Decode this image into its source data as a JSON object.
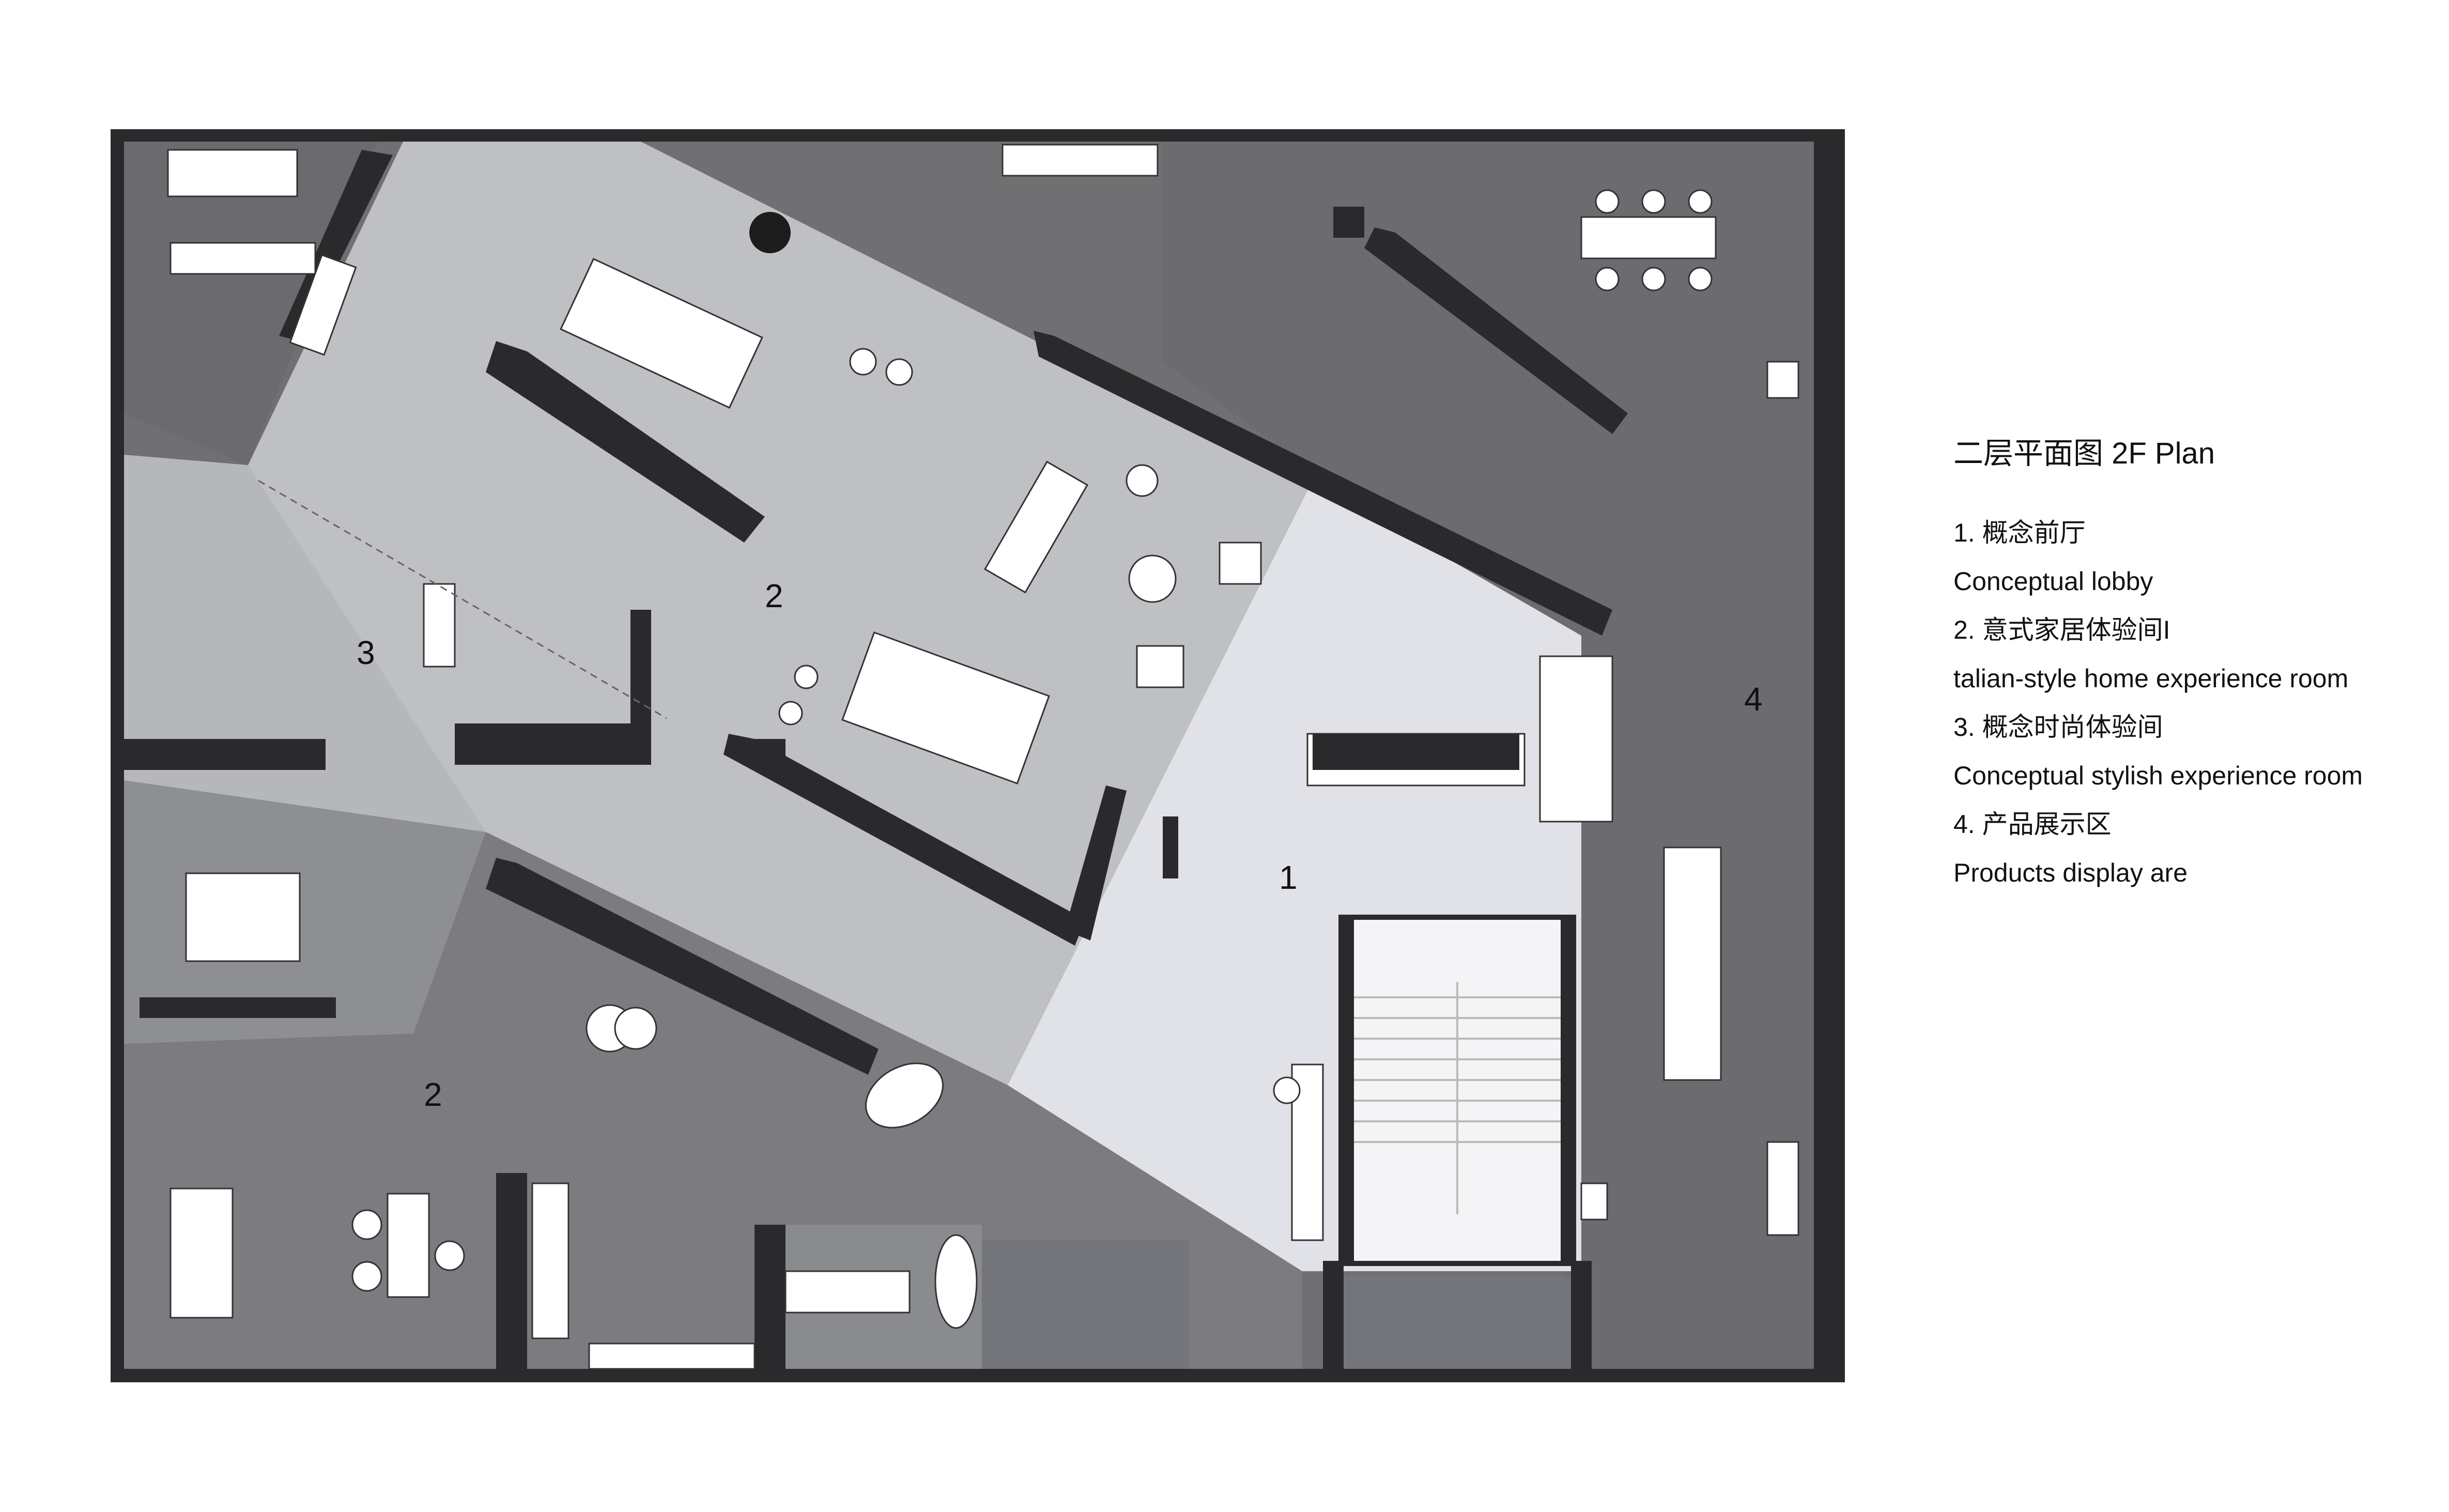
{
  "legend": {
    "title": "二层平面图 2F Plan",
    "items": [
      {
        "zh": "1. 概念前厅",
        "en": "Conceptual lobby"
      },
      {
        "zh": "2. 意式家居体验间I",
        "en": "talian-style home experience room"
      },
      {
        "zh": "3. 概念时尚体验间",
        "en": "Conceptual stylish experience room"
      },
      {
        "zh": "4. 产品展示区",
        "en": "Products display are"
      }
    ]
  },
  "zones": {
    "z1": "1",
    "z2_upper": "2",
    "z2_lower": "2",
    "z3": "3",
    "z4": "4"
  },
  "colors": {
    "wall": "#2a2a2c",
    "zone_dark": "#707073",
    "zone_mid": "#a9aaae",
    "zone_light": "#c4c5c9",
    "zone_lightest": "#e2e3e8",
    "furniture": "#ffffff"
  }
}
